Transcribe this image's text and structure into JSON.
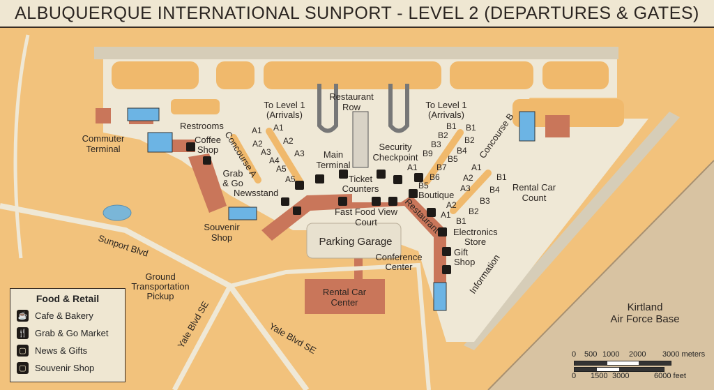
{
  "title": "ALBUQUERQUE INTERNATIONAL SUNPORT - LEVEL 2 (DEPARTURES & GATES)",
  "labels": {
    "restaurant_row": [
      "Restaurant",
      "Row"
    ],
    "to_level1_left": [
      "To Level 1",
      "(Arrivals)"
    ],
    "to_level1_right": [
      "To Level 1",
      "(Arrivals)"
    ],
    "restrooms": "Restrooms",
    "commuter_terminal": [
      "Commuter",
      "Terminal"
    ],
    "coffee_shop": [
      "Coffee",
      "Shop"
    ],
    "grab_go": [
      "Grab",
      "& Go"
    ],
    "newsstand": "Newsstand",
    "concourse_a": "Concourse A",
    "concourse_b": "Concourse B",
    "main_terminal": [
      "Main",
      "Terminal"
    ],
    "security_checkpoint": [
      "Security",
      "Checkpoint"
    ],
    "ticket_counters": [
      "Ticket",
      "Counters"
    ],
    "boutique": "Boutique",
    "restaurant": "Restaurant",
    "fast_food": [
      "Fast Food View",
      "Court"
    ],
    "souvenir_shop": [
      "Souvenir",
      "Shop"
    ],
    "parking_garage": "Parking Garage",
    "conference_center": [
      "Conference",
      "Center"
    ],
    "electronics_store": [
      "Electronics",
      "Store"
    ],
    "gift_shop": [
      "Gift",
      "Shop"
    ],
    "information": "Information",
    "rental_car_count": [
      "Rental Car",
      "Count"
    ],
    "rental_car_center": [
      "Rental Car",
      "Center"
    ],
    "ground_transportation": [
      "Ground",
      "Transportation",
      "Pickup"
    ],
    "sunport_blvd": "Sunport Blvd",
    "yale_blvd_1": "Yale Blvd SE",
    "yale_blvd_2": "Yale Blvd SE",
    "kirtland": [
      "Kirtland",
      "Air Force Base"
    ]
  },
  "gates": {
    "a_left": [
      "A1",
      "A2",
      "A3",
      "A4",
      "A5"
    ],
    "a_right": [
      "A1",
      "A2",
      "A3",
      "A5"
    ],
    "b_upper_left": [
      "B1",
      "B2",
      "B3",
      "B9",
      "A1",
      "B7",
      "B6",
      "B5"
    ],
    "b_upper_right": [
      "B1",
      "B2",
      "B4",
      "B5"
    ],
    "b_lower_left": [
      "A1",
      "A2",
      "A3",
      "A2",
      "A1"
    ],
    "b_lower_right": [
      "B1",
      "B4",
      "B3",
      "B2",
      "B1"
    ]
  },
  "legend": {
    "title": "Food & Retail",
    "items": [
      {
        "label": "Cafe & Bakery",
        "icon": "cafe-icon"
      },
      {
        "label": "Grab & Go Market",
        "icon": "fork-knife-icon"
      },
      {
        "label": "News & Gifts",
        "icon": "shopping-bag-icon"
      },
      {
        "label": "Souvenir Shop",
        "icon": "shopping-bag-icon"
      }
    ]
  },
  "scale": {
    "meters": [
      "0",
      "500",
      "1000",
      "2000",
      "3000 meters"
    ],
    "feet": [
      "0",
      "1500",
      "3000",
      "6000 feet"
    ]
  },
  "colors": {
    "ground": "#f2c27c",
    "pavement": "#efe8d6",
    "building": "#c9765a",
    "restroom": "#6cb4e4",
    "base": "#d8c3a2"
  }
}
